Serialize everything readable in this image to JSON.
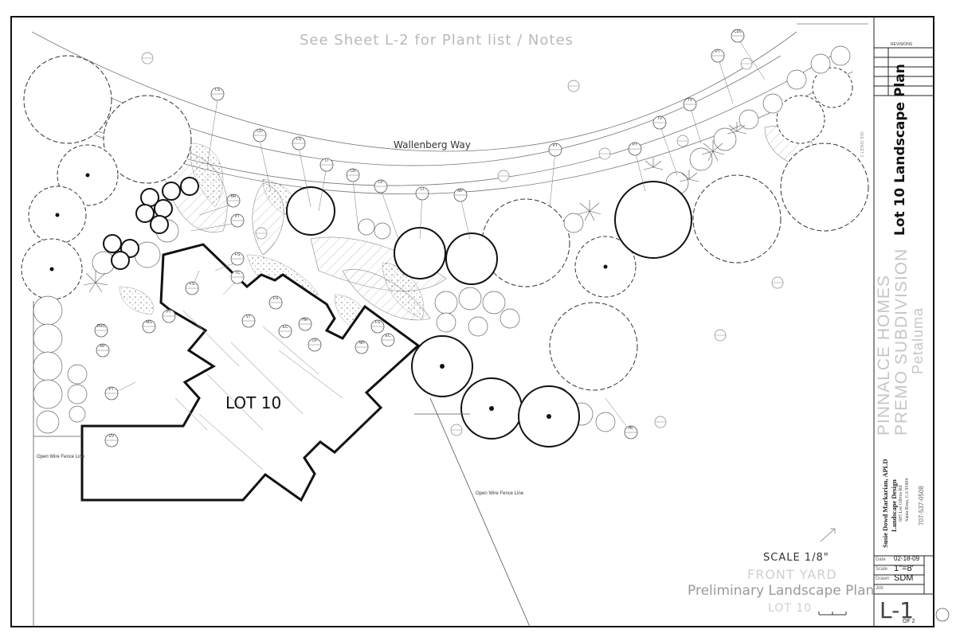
{
  "drawing": {
    "note": "See Sheet L-2 for Plant list  / Notes",
    "street": "Wallenberg Way",
    "lot_label": "LOT 10",
    "fence_label_1": "Open Wire Fence Line",
    "fence_label_2": "Open Wire Fence Line",
    "scale": "SCALE 1/8\"",
    "front_yard": "FRONT YARD",
    "plan_name": "Preliminary Landscape Plan",
    "lot_bottom": "LOT 10",
    "see_sheet": "SEE SHEET 2"
  },
  "title_block": {
    "revisions": "REVISIONS",
    "title": "Lot 10 Landscape Plan",
    "project_line1": "PINNALCE HOMES",
    "project_line2": "PREMO SUBDIVISION",
    "project_line3": "Petaluma",
    "designer": "Susie Dowd Markarian, APLD",
    "firm": "Landscape Design",
    "address_1": "605 Los Olivos Rd",
    "address_2": "Santa Rosa, CA 95404",
    "phone": "707-537-0508",
    "rows": [
      {
        "label": "Date",
        "value": "02-18-09"
      },
      {
        "label": "Scale",
        "value": "1\"=8'"
      },
      {
        "label": "Drawn",
        "value": "SDM"
      },
      {
        "label": "Job",
        "value": ""
      }
    ],
    "sheet": "L-1",
    "of": "OF 2"
  },
  "tags": [
    "LS",
    "CD",
    "LS",
    "LI",
    "CB",
    "CP",
    "LI",
    "MP",
    "PT",
    "PT",
    "TV",
    "TV",
    "CDL",
    "PT",
    "BR",
    "PT",
    "FS",
    "TC",
    "FS",
    "VT",
    "FS",
    "EC",
    "HR",
    "CP",
    "NH",
    "FS",
    "EC",
    "PT",
    "MS",
    "PRC",
    "RP",
    "PT",
    "HF",
    "DV"
  ],
  "colors": {
    "line": "#111111",
    "hatch": "#c4c4c4",
    "faint": "#bdbdbd"
  }
}
